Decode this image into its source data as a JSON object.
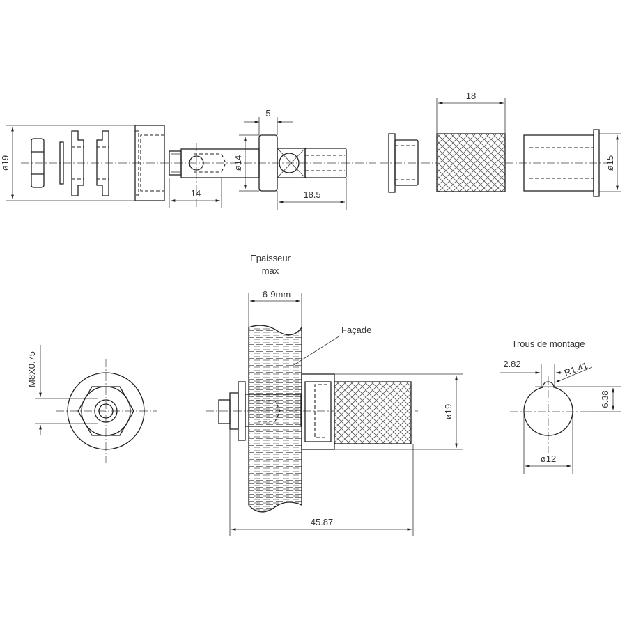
{
  "top_view": {
    "dim_overall_diameter": "ø19",
    "dim_flange_width": "5",
    "dim_shaft_diameter": "ø14",
    "dim_left_length": "14",
    "dim_right_length": "18.5",
    "dim_mesh_length": "18",
    "dim_sleeve_diameter": "ø15"
  },
  "assembly_view": {
    "thickness_label_line1": "Epaisseur",
    "thickness_label_line2": "max",
    "thickness_range": "6-9mm",
    "facade_label": "Façade",
    "thread_spec": "M8X0.75",
    "dim_diameter": "ø19",
    "dim_total_length": "45.87"
  },
  "mounting_hole": {
    "title": "Trous de montage",
    "dim_notch_width": "2.82",
    "dim_notch_radius": "R1.41",
    "dim_notch_offset": "6.38",
    "dim_hole_diameter": "ø12"
  },
  "colors": {
    "line": "#222222",
    "background": "#ffffff"
  }
}
